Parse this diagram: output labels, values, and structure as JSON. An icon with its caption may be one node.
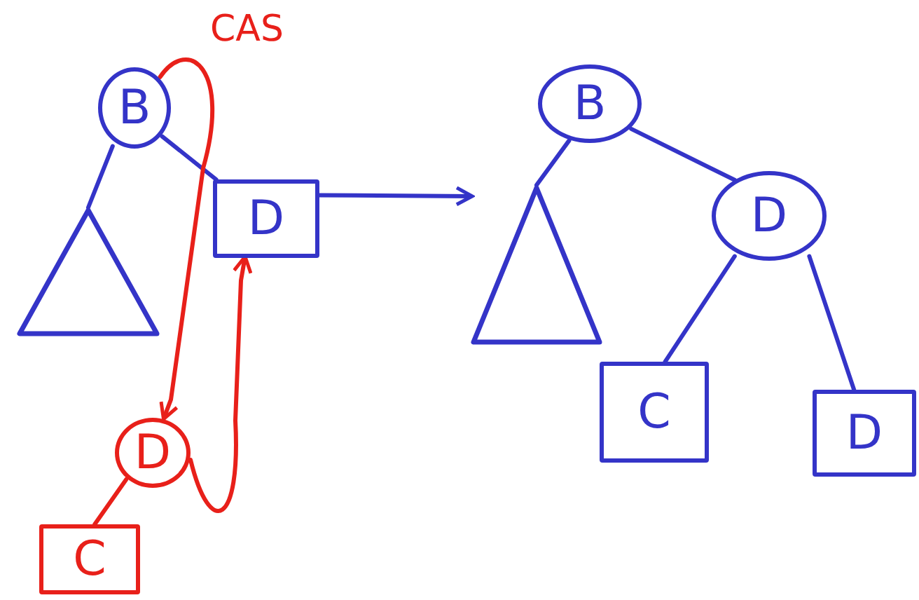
{
  "diagram": {
    "nodes": [
      {
        "text": [
          "B"
        ]
      },
      {
        "text": [],
        "shape": "triangle"
      },
      {
        "text": [
          "D"
        ]
      },
      {
        "text": [
          "D"
        ]
      },
      {
        "text": [
          "C"
        ]
      },
      {
        "text": [
          "B"
        ]
      },
      {
        "text": [],
        "shape": "triangle"
      },
      {
        "text": [
          "D"
        ]
      },
      {
        "text": [
          "C"
        ]
      },
      {
        "text": [
          "D"
        ]
      }
    ],
    "edges": [
      {
        "from": 0,
        "to": 1,
        "arrow": "none"
      },
      {
        "from": 0,
        "to": 2,
        "arrow": "none"
      },
      {
        "from": 3,
        "to": 4,
        "arrow": "none",
        "color": "#e8201a"
      },
      {
        "from": 0,
        "to": 3,
        "arrow": "to",
        "color": "#e8201a"
      },
      {
        "from": 3,
        "to": 2,
        "arrow": "to",
        "color": "#e8201a"
      },
      {
        "from": 2,
        "to": 6,
        "arrow": "to"
      },
      {
        "from": 5,
        "to": 6,
        "arrow": "none"
      },
      {
        "from": 5,
        "to": 7,
        "arrow": "none"
      },
      {
        "from": 7,
        "to": 8,
        "arrow": "none"
      },
      {
        "from": 7,
        "to": 9,
        "arrow": "none"
      }
    ],
    "labels": [
      "CAS"
    ]
  }
}
